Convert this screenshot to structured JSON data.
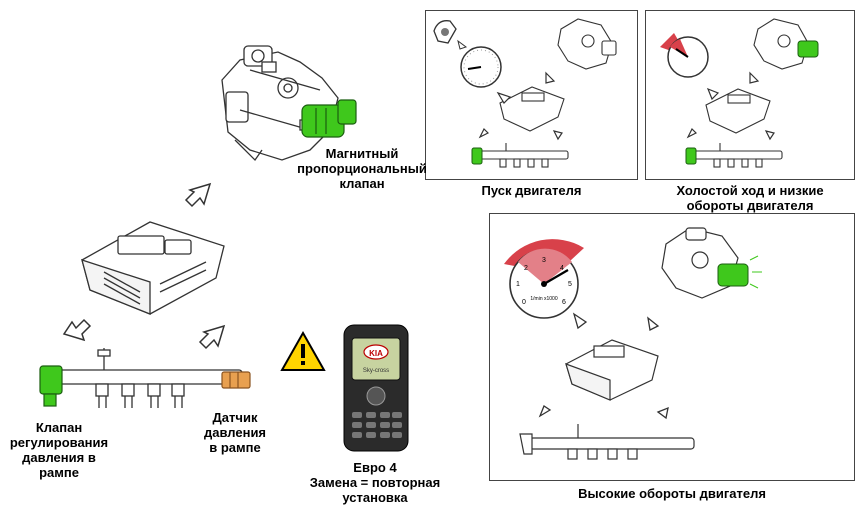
{
  "labels": {
    "magnetic_valve": [
      "Магнитный",
      "пропорциональный",
      "клапан"
    ],
    "rail_valve": [
      "Клапан",
      "регулирования",
      "давления в",
      "рампе"
    ],
    "pressure_sensor": [
      "Датчик",
      "давления",
      "в рампе"
    ],
    "euro4": [
      "Евро 4",
      "Замена = повторная",
      "установка"
    ],
    "engine_start": "Пуск двигателя",
    "idle_low": [
      "Холостой ход и низкие",
      "обороты двигателя"
    ],
    "high_rpm": "Высокие обороты двигателя"
  },
  "device": {
    "brand": "KIA",
    "screen_text": "Sky-cross"
  },
  "gauge_ticks": [
    "0",
    "1",
    "2",
    "3",
    "4",
    "5",
    "6"
  ],
  "gauge_unit": "1/min x1000",
  "colors": {
    "valve_green": "#3fc81c",
    "sensor_orange": "#e8a050",
    "gauge_red": "#d8414a",
    "warning_yellow": "#ffd400",
    "outline": "#333333",
    "panel_border": "#444444"
  }
}
